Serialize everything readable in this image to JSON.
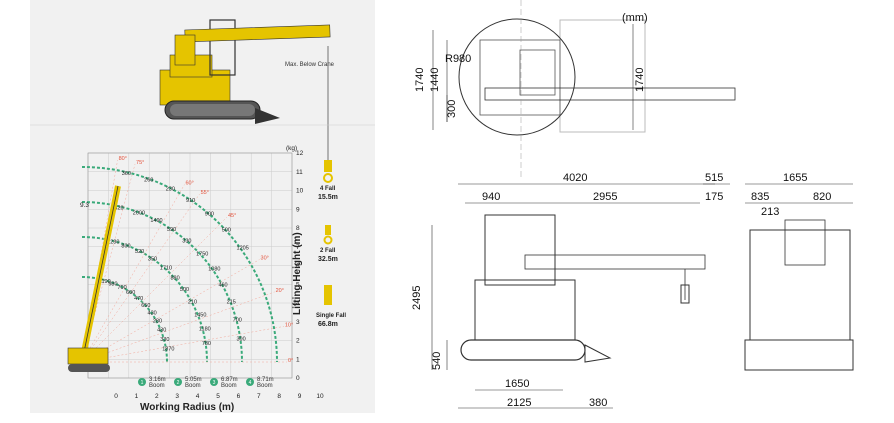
{
  "left": {
    "unit_kg": "(kg)",
    "y_ticks": [
      "0",
      "1",
      "2",
      "3",
      "4",
      "5",
      "6",
      "7",
      "8",
      "9",
      "10",
      "11",
      "12"
    ],
    "x_ticks": [
      "0",
      "1",
      "2",
      "3",
      "4",
      "5",
      "6",
      "7",
      "8",
      "9",
      "10"
    ],
    "ylabel": "Lifting Height (m)",
    "xlabel": "Working Radius (m)",
    "max_height": "9.3",
    "crane_label": "Max. Below Crane",
    "falls": [
      {
        "name": "4 Fall",
        "value": "15.5m"
      },
      {
        "name": "2 Fall",
        "value": "32.5m"
      },
      {
        "name": "Single Fall",
        "value": "66.8m"
      }
    ],
    "booms": [
      {
        "num": "1",
        "len": "3.16m",
        "sub": "Boom"
      },
      {
        "num": "2",
        "len": "5.05m",
        "sub": "Boom"
      },
      {
        "num": "3",
        "len": "6.87m",
        "sub": "Boom"
      },
      {
        "num": "4",
        "len": "8.71m",
        "sub": "Boom"
      }
    ],
    "angle_labels": [
      "80°",
      "75°",
      "60°",
      "55°",
      "45°",
      "30°",
      "20°",
      "10°",
      "0°"
    ],
    "load_values": [
      "1190",
      "980",
      "700",
      "600",
      "470",
      "650",
      "430",
      "280",
      "430",
      "330",
      "1870",
      "1230",
      "800",
      "520",
      "350",
      "1710",
      "880",
      "500",
      "210",
      "1450",
      "1180",
      "780",
      "420",
      "2000",
      "1490",
      "590",
      "330",
      "1750",
      "1080",
      "460",
      "215",
      "700",
      "300",
      "360",
      "260",
      "230",
      "910",
      "900",
      "500",
      "1205"
    ]
  },
  "right": {
    "unit": "(mm)",
    "top_view": {
      "r": "R980",
      "w1": "1740",
      "w2": "1440",
      "h": "300",
      "w3": "1740"
    },
    "side_view": {
      "total": "4020",
      "a": "940",
      "b": "2955",
      "c": "515",
      "d": "175",
      "height": "2495",
      "ground": "540",
      "track": "1650",
      "length": "2125",
      "rear": "380"
    },
    "front_view": {
      "total": "1655",
      "a": "835",
      "b": "820",
      "c": "213"
    }
  }
}
